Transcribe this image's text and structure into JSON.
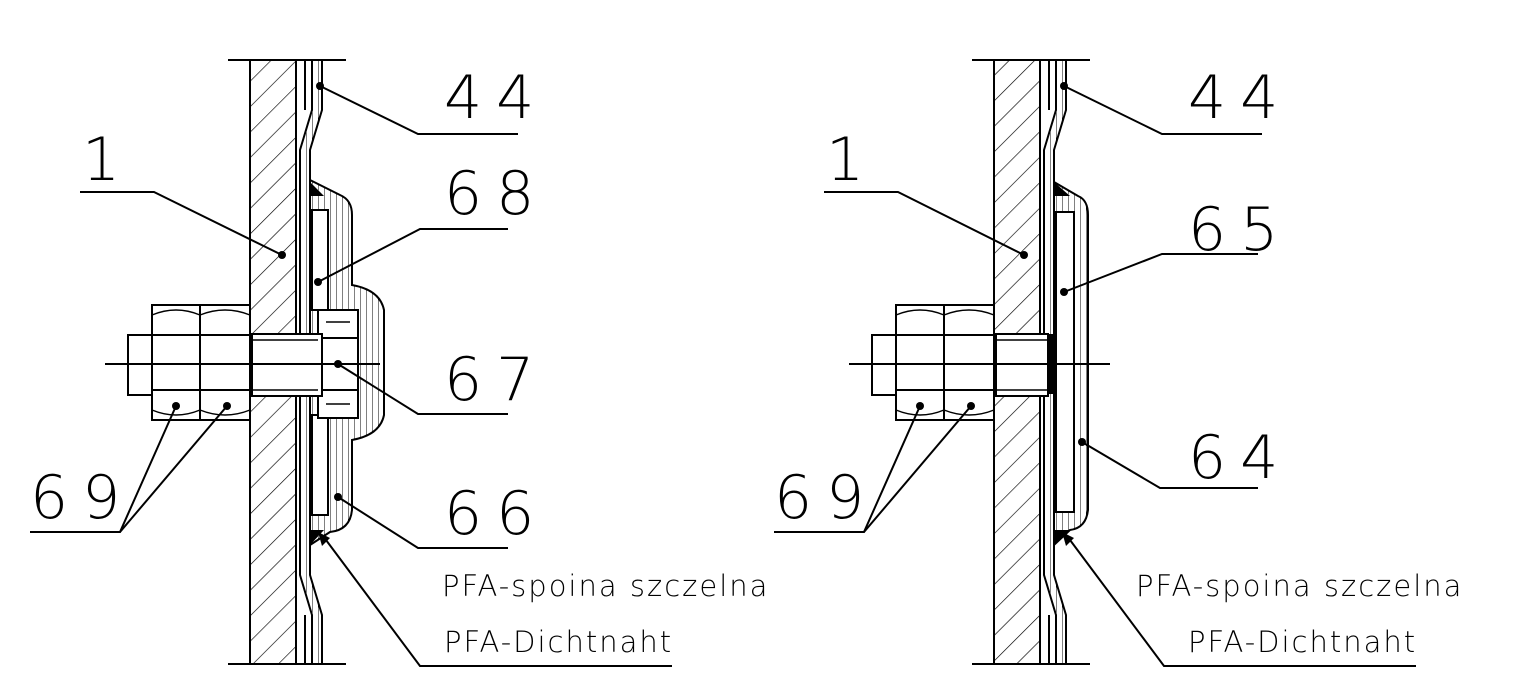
{
  "colors": {
    "line": "#000000",
    "background": "#ffffff",
    "weld": "#000000"
  },
  "left_view": {
    "labels": {
      "lining": "44",
      "wall": "1",
      "flange": "68",
      "bolt_head": "67",
      "nuts": "69",
      "seal_ring": "66"
    },
    "notes": {
      "weld_pl": "PFA-spoina szczelna",
      "weld_de": "PFA-Dichtnaht"
    }
  },
  "right_view": {
    "labels": {
      "lining": "44",
      "wall": "1",
      "cover": "65",
      "nuts": "69",
      "insert": "64"
    },
    "notes": {
      "weld_pl": "PFA-spoina szczelna",
      "weld_de": "PFA-Dichtnaht"
    }
  }
}
